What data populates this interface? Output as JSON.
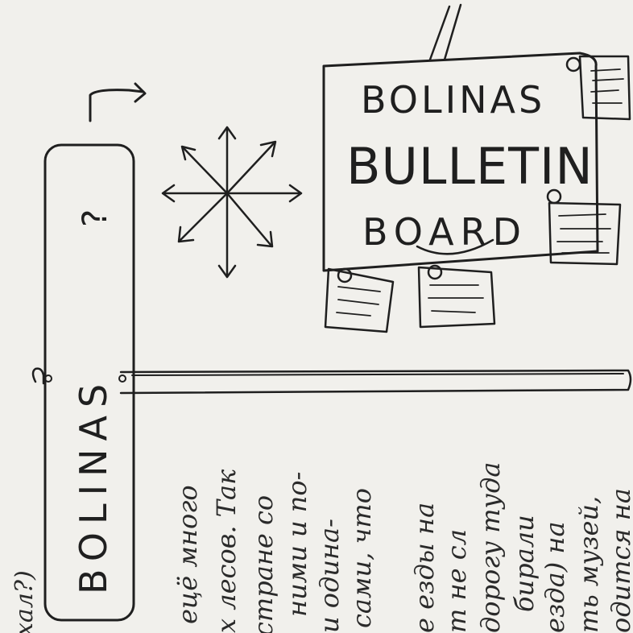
{
  "signpost": {
    "sign_text": "BOLINAS",
    "question_mark": "?"
  },
  "bulletin_board": {
    "line1": "BOLINAS",
    "line2": "BULLETIN",
    "line3": "BOARD"
  },
  "handwriting": {
    "lines": [
      "хал?)",
      "ецё много",
      "х лесов. Так",
      "стране со",
      "ними и по-",
      "и одина-",
      "сами, что",
      "е езды на",
      "т не сл",
      "дорогу туда",
      "бирали",
      "езда) на",
      "ть музей,",
      "одится на"
    ]
  },
  "colors": {
    "ink": "#1f1f1f",
    "paper": "#f1f0ec"
  }
}
